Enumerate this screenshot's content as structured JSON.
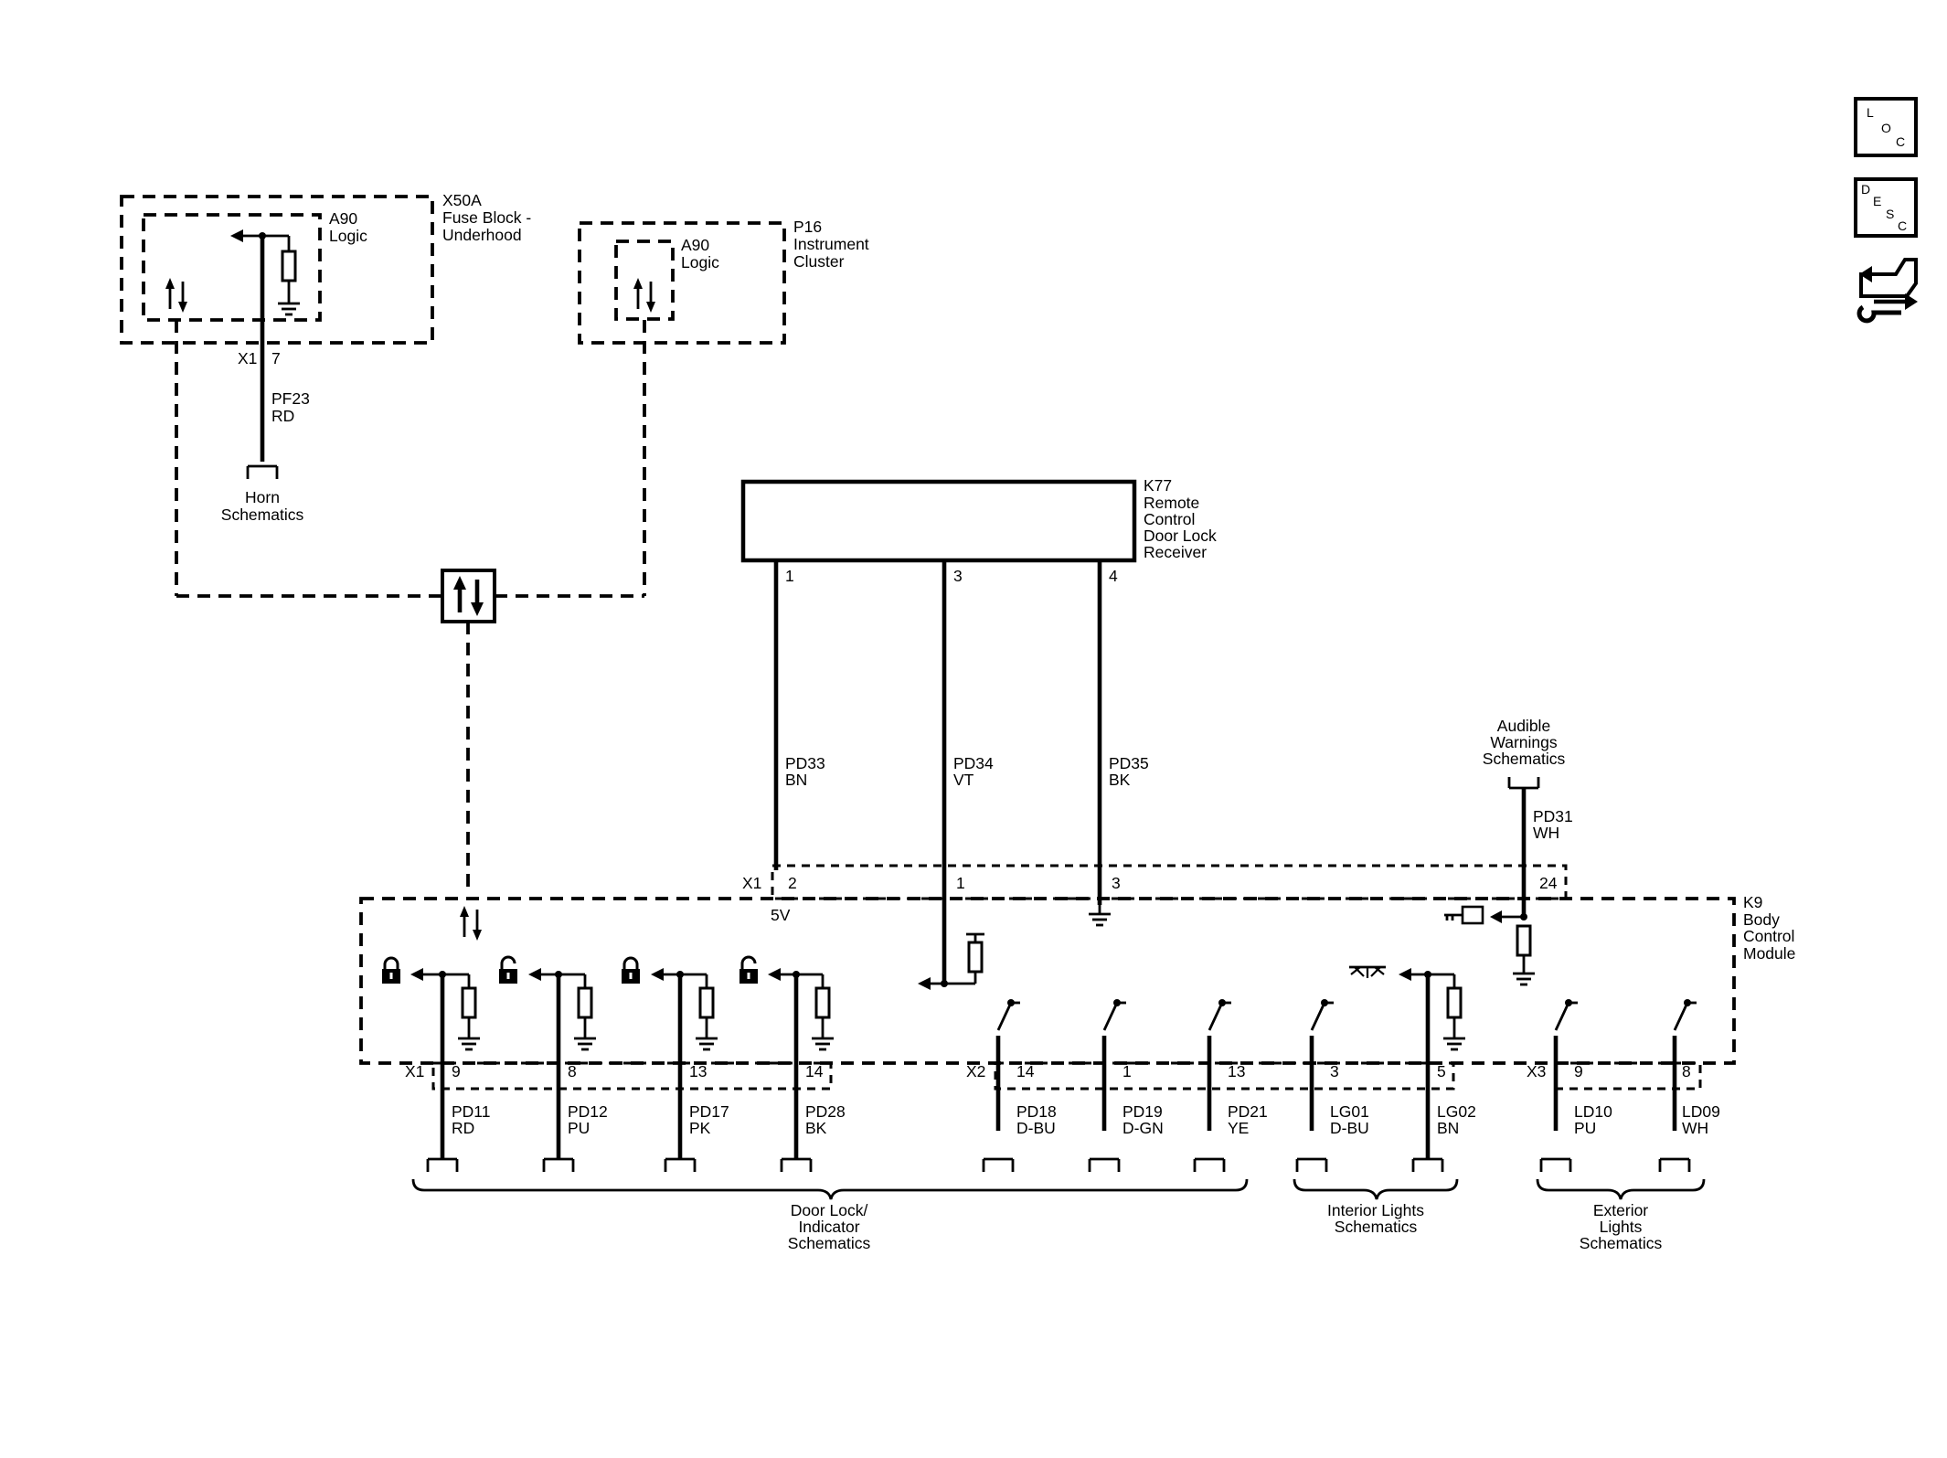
{
  "nav": {
    "loc_label": "LOC",
    "desc_label": "DESC"
  },
  "components": {
    "x50a": {
      "ref": "X50A",
      "name_lines": [
        "Fuse Block -",
        "Underhood"
      ],
      "inner_lines": [
        "A90",
        "Logic"
      ]
    },
    "p16": {
      "ref": "P16",
      "name_lines": [
        "Instrument",
        "Cluster"
      ],
      "inner_lines": [
        "A90",
        "Logic"
      ]
    },
    "k77": {
      "ref": "K77",
      "name_lines": [
        "Remote",
        "Control",
        "Door Lock",
        "Receiver"
      ]
    },
    "k9": {
      "ref": "K9",
      "name_lines": [
        "Body",
        "Control",
        "Module"
      ]
    }
  },
  "connectors": {
    "x50a_x1": "X1",
    "k9_x1_top": "X1",
    "k9_x1_bottom": "X1",
    "k9_x2": "X2",
    "k9_x3": "X3"
  },
  "pins": {
    "x50a_7": "7",
    "k77_1": "1",
    "k77_3": "3",
    "k77_4": "4",
    "k9_2": "2",
    "k9_1": "1",
    "k9_3": "3",
    "k9_24": "24",
    "k9_9": "9",
    "k9_8": "8",
    "k9_13": "13",
    "k9_14": "14",
    "k9_x2_14": "14",
    "k9_x2_1": "1",
    "k9_x2_13": "13",
    "k9_x2_3": "3",
    "k9_x2_5": "5",
    "k9_x3_9": "9",
    "k9_x3_8": "8"
  },
  "voltage_label": "5V",
  "wires": {
    "pf23": [
      "PF23",
      "RD"
    ],
    "pd33": [
      "PD33",
      "BN"
    ],
    "pd34": [
      "PD34",
      "VT"
    ],
    "pd35": [
      "PD35",
      "BK"
    ],
    "pd31": [
      "PD31",
      "WH"
    ],
    "pd11": [
      "PD11",
      "RD"
    ],
    "pd12": [
      "PD12",
      "PU"
    ],
    "pd17": [
      "PD17",
      "PK"
    ],
    "pd28": [
      "PD28",
      "BK"
    ],
    "pd18": [
      "PD18",
      "D-BU"
    ],
    "pd19": [
      "PD19",
      "D-GN"
    ],
    "pd21": [
      "PD21",
      "YE"
    ],
    "lg01": [
      "LG01",
      "D-BU"
    ],
    "lg02": [
      "LG02",
      "BN"
    ],
    "ld10": [
      "LD10",
      "PU"
    ],
    "ld09": [
      "LD09",
      "WH"
    ]
  },
  "references": {
    "horn": [
      "Horn",
      "Schematics"
    ],
    "audible": [
      "Audible",
      "Warnings",
      "Schematics"
    ],
    "door_lock": [
      "Door Lock/",
      "Indicator",
      "Schematics"
    ],
    "interior": [
      "Interior Lights",
      "Schematics"
    ],
    "exterior": [
      "Exterior",
      "Lights",
      "Schematics"
    ]
  },
  "icons": [
    "loc-icon",
    "desc-icon",
    "diagnostic-icon",
    "lock-icon",
    "unlock-icon",
    "key-icon",
    "dome-light-icon",
    "ground-icon",
    "switch-icon",
    "resistor-icon",
    "data-arrows-icon"
  ]
}
